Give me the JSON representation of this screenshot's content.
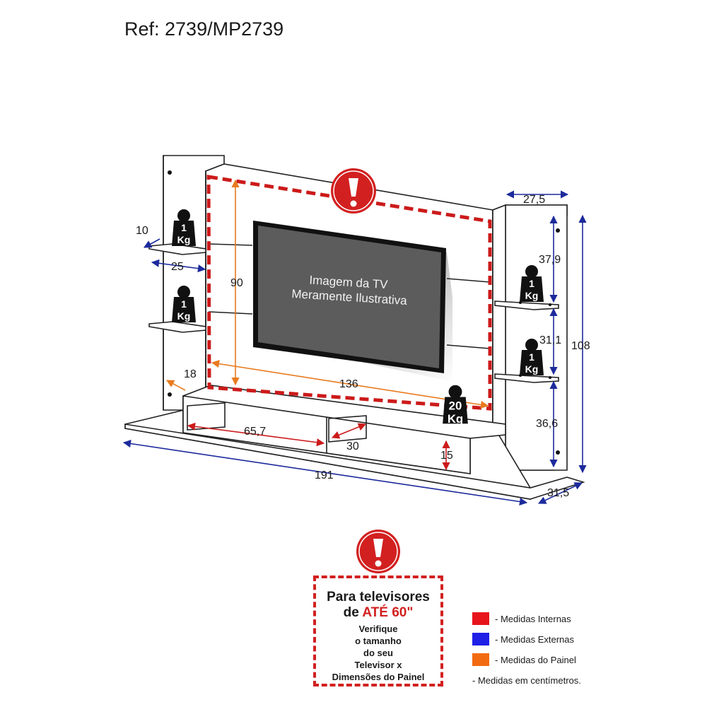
{
  "ref": "Ref: 2739/MP2739",
  "tv_image_text": [
    "Imagem da TV",
    "Meramente Ilustrativa"
  ],
  "dimensions": {
    "shelf_depth_left": "10",
    "shelf_width_left": "25",
    "panel_inner_height": "90",
    "rack_niche_depth": "18",
    "panel_inner_width": "136",
    "niche_width": "65,7",
    "niche_depth": "30",
    "niche_height": "15",
    "total_width": "191",
    "total_depth": "31,5",
    "right_column_width": "27,5",
    "top_shelf_gap": "37,9",
    "middle_shelf_gap": "31,1",
    "bottom_shelf_gap": "36,6",
    "total_height": "108"
  },
  "weights": {
    "shelf_num": "1",
    "shelf_unit": "Kg",
    "rack_num": "20",
    "rack_unit": "Kg"
  },
  "warning": {
    "line1": "Para televisores",
    "line2_prefix": "de ",
    "line2_highlight": "ATÉ 60\"",
    "body": [
      "Verifique",
      "o tamanho",
      "do seu",
      "Televisor x",
      "Dimensões do Painel"
    ]
  },
  "legend": {
    "items": [
      {
        "label": "- Medidas Internas",
        "color": "#e8141c"
      },
      {
        "label": "- Medidas Externas",
        "color": "#1f1fe6"
      },
      {
        "label": "- Medidas do Painel",
        "color": "#f26b10"
      }
    ],
    "note": "- Medidas em centímetros."
  },
  "colors": {
    "internal": "#cc1a1a",
    "external": "#1c2a9c",
    "panel": "#e87a1e",
    "warning_red": "#d22020",
    "tv_screen": "#5c5c5c"
  }
}
